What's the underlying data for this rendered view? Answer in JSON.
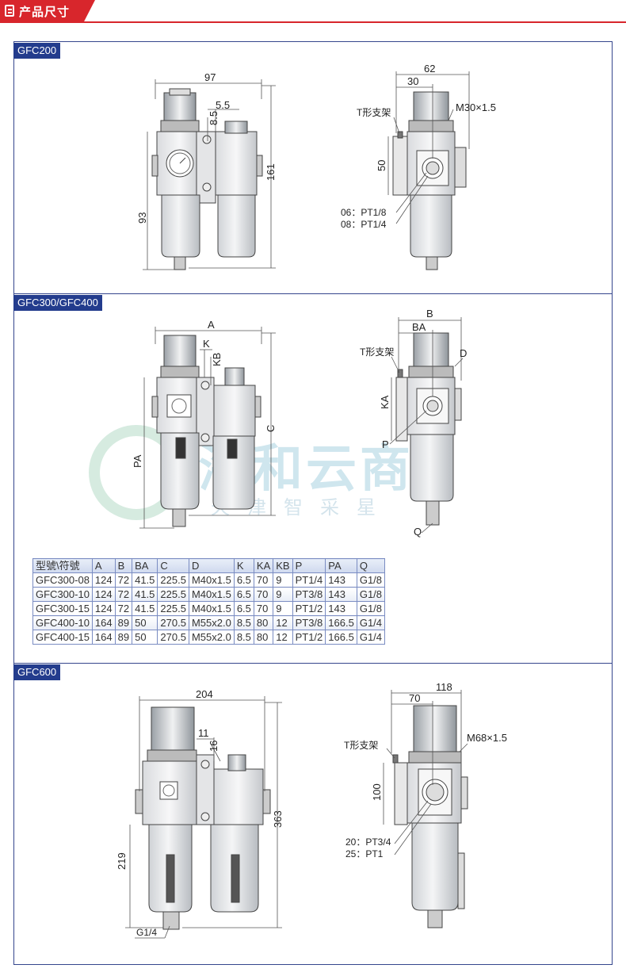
{
  "header": {
    "title": "产品尺寸"
  },
  "sections": {
    "gfc200": {
      "label": "GFC200",
      "dims": {
        "width": "97",
        "k": "5.5",
        "kb": "8.5",
        "height": "161",
        "pa": "93",
        "b": "62",
        "ba": "30",
        "thread": "M30×1.5",
        "bracket": "T形支架",
        "ka": "50",
        "port1": "06：PT1/8",
        "port2": "08：PT1/4"
      }
    },
    "gfc300": {
      "label": "GFC300/GFC400",
      "dims": {
        "width": "A",
        "k": "K",
        "kb": "KB",
        "height": "C",
        "pa": "PA",
        "b": "B",
        "ba": "BA",
        "thread": "D",
        "bracket": "T形支架",
        "ka": "KA",
        "p": "P",
        "q": "Q"
      }
    },
    "gfc600": {
      "label": "GFC600",
      "dims": {
        "width": "204",
        "k": "11",
        "kb": "16",
        "height": "363",
        "pa": "219",
        "g": "G1/4",
        "b": "118",
        "ba": "70",
        "thread": "M68×1.5",
        "bracket": "T形支架",
        "ka": "100",
        "port1": "20：PT3/4",
        "port2": "25：PT1"
      }
    }
  },
  "watermark": {
    "name": "海和云商",
    "city": "天津智采星"
  },
  "table": {
    "headers": [
      "型號\\符號",
      "A",
      "B",
      "BA",
      "C",
      "D",
      "K",
      "KA",
      "KB",
      "P",
      "PA",
      "Q"
    ],
    "rows": [
      [
        "GFC300-08",
        "124",
        "72",
        "41.5",
        "225.5",
        "M40x1.5",
        "6.5",
        "70",
        "9",
        "PT1/4",
        "143",
        "G1/8"
      ],
      [
        "GFC300-10",
        "124",
        "72",
        "41.5",
        "225.5",
        "M40x1.5",
        "6.5",
        "70",
        "9",
        "PT3/8",
        "143",
        "G1/8"
      ],
      [
        "GFC300-15",
        "124",
        "72",
        "41.5",
        "225.5",
        "M40x1.5",
        "6.5",
        "70",
        "9",
        "PT1/2",
        "143",
        "G1/8"
      ],
      [
        "GFC400-10",
        "164",
        "89",
        "50",
        "270.5",
        "M55x2.0",
        "8.5",
        "80",
        "12",
        "PT3/8",
        "166.5",
        "G1/4"
      ],
      [
        "GFC400-15",
        "164",
        "89",
        "50",
        "270.5",
        "M55x2.0",
        "8.5",
        "80",
        "12",
        "PT1/2",
        "166.5",
        "G1/4"
      ]
    ]
  },
  "colors": {
    "accent": "#d8262c",
    "frame": "#35468d",
    "label_bg": "#233c8d"
  }
}
